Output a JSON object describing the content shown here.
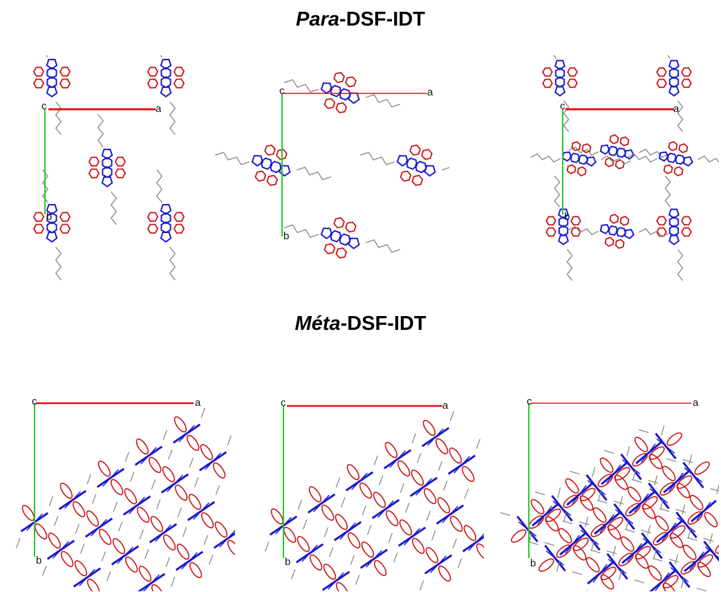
{
  "rows": [
    {
      "title_prefix": "Para",
      "title_suffix": "-DSF-IDT",
      "panels": [
        {
          "axis_labels": {
            "origin": "c",
            "a": "a",
            "b": "b"
          }
        },
        {
          "axis_labels": {
            "origin": "c",
            "a": "a",
            "b": "b"
          }
        },
        {
          "axis_labels": {
            "origin": "c",
            "a": "a",
            "b": "b"
          }
        }
      ]
    },
    {
      "title_prefix": "Méta",
      "title_suffix": "-DSF-IDT",
      "panels": [
        {
          "axis_labels": {
            "origin": "c",
            "a": "a",
            "b": "b"
          }
        },
        {
          "axis_labels": {
            "origin": "c",
            "a": "a",
            "b": "b"
          }
        },
        {
          "axis_labels": {
            "origin": "c",
            "a": "a",
            "b": "b"
          }
        }
      ]
    }
  ],
  "colors": {
    "spiro_fluorene": "#cc1111",
    "indacene_core": "#1a1acc",
    "alkyl_chain": "#8a8a8a",
    "a_axis": "#e01010",
    "b_axis": "#22cc22"
  }
}
